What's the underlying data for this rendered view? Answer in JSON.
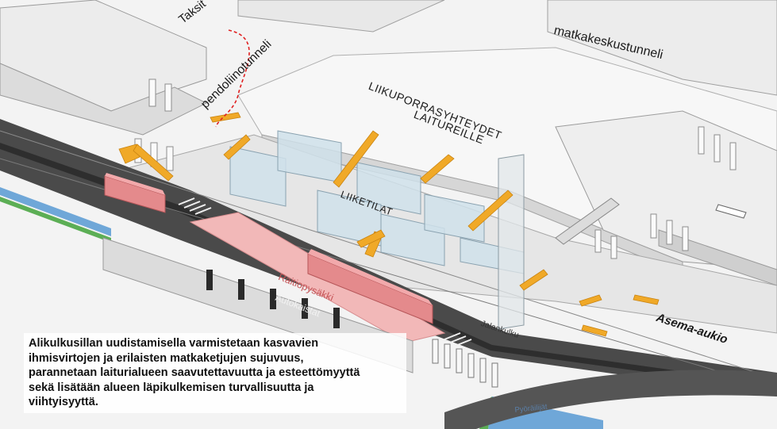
{
  "labels": {
    "taksit": "Taksit",
    "pendolino": "pendoliinotunneli",
    "matkakeskus": "matkakeskustunneli",
    "liukuporras_line1": "LIIKUPORRASYHTEYDET",
    "liukuporras_line2": "LAITUREILLE",
    "liiketilat": "LIIKETILAT",
    "raitio": "Raitiopysäkki",
    "autokaistat": "Autokaistat",
    "jalankulku": "Jalankulku",
    "asema_aukio": "Asema-aukio",
    "bottom_small": "Pyöräilijät"
  },
  "caption": {
    "line1": "Alikulkusillan uudistamisella varmistetaan kasvavien",
    "line2": "ihmisvirtojen ja erilaisten matkaketjujen sujuvuus,",
    "line3": "parannetaan laiturialueen saavutettavuutta ja esteettömyyttä",
    "line4": "sekä lisätään alueen läpikulkemisen turvallisuutta ja",
    "line5": "viihtyisyyttä."
  },
  "colors": {
    "tram": "#e48a8c",
    "tram_stop": "#f2b8b8",
    "arrow": "#f0a928",
    "glass": "#cfe0ea",
    "route_dash": "#e02020",
    "cycle_lane": "#6fa7d8",
    "green_strip": "#5cae55",
    "road": "#454545"
  }
}
